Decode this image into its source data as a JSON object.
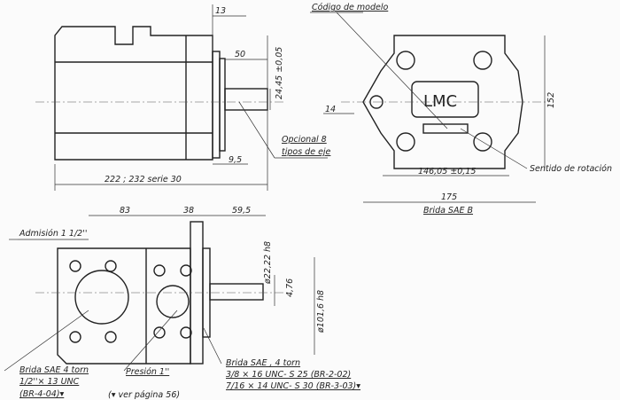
{
  "top_view": {
    "dim_13": "13",
    "dim_50": "50",
    "dim_shaft_height": "24,45 ±0,05",
    "dim_9_5": "9,5",
    "dim_length": "222 ; 232 serie 30",
    "note_shaft_1": "Opcional 8",
    "note_shaft_2": "tipos de eje"
  },
  "front_view": {
    "model_code": "Código de modelo",
    "dim_14": "14",
    "dim_152": "152",
    "dim_146": "146,05 ±0,15",
    "rotation": "Sentido de rotación",
    "dim_175": "175",
    "flange": "Brida SAE B",
    "logo": "LMC"
  },
  "bottom_view": {
    "dim_83": "83",
    "dim_38": "38",
    "dim_59_5": "59,5",
    "inlet": "Admisión 1 1/2''",
    "dim_22": "ø22,22 h8",
    "dim_4_76": "4,76",
    "dim_101": "ø101,6 h8",
    "inlet_flange_1": "Brida SAE 4 torn",
    "inlet_flange_2": "1/2''× 13  UNC",
    "inlet_flange_3": "(BR-4-04)▾",
    "pressure": "Presión 1''",
    "outlet_flange_1": "Brida SAE , 4 torn",
    "outlet_flange_2": "3/8 × 16  UNC- S 25 (BR-2-02)",
    "outlet_flange_3": "7/16 × 14  UNC- S 30 (BR-3-03)▾",
    "page_ref": "(▾ ver página 56)"
  }
}
